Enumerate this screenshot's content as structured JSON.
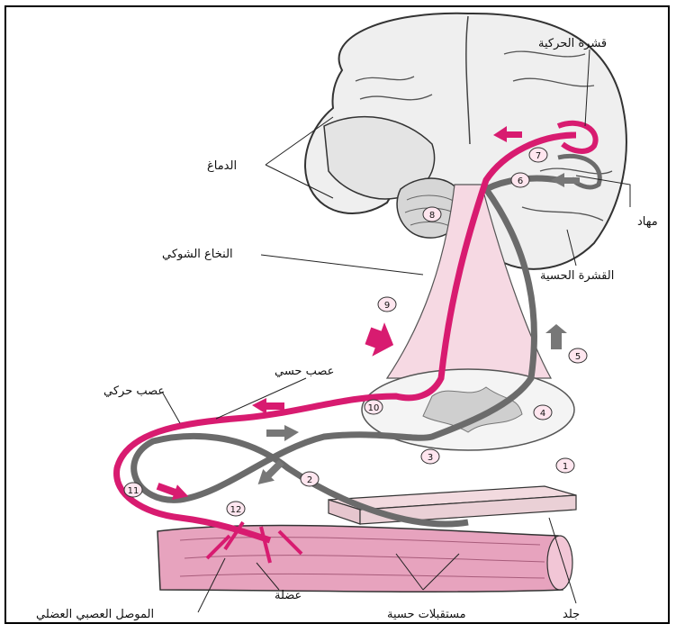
{
  "labels": {
    "motor_cortex": "قشرة الحركية",
    "brain": "الدماغ",
    "thalamus": "مهاد",
    "sensory_cortex": "القشرة الحسية",
    "spinal_cord": "النخاع الشوكي",
    "sensory_nerve": "عصب حسي",
    "motor_nerve": "عصب حركي",
    "muscle": "عضلة",
    "skin": "جلد",
    "sensory_receptors": "مستقبلات حسية",
    "neuromuscular_junction": "الموصل العصبي العضلي"
  },
  "steps": [
    "1",
    "2",
    "3",
    "4",
    "5",
    "6",
    "7",
    "8",
    "9",
    "10",
    "11",
    "12"
  ],
  "colors": {
    "motor_pathway": "#d81b70",
    "sensory_pathway": "#6b6b6b",
    "spinal_column": "#f6d9e3",
    "muscle": "#e7a3be",
    "skin": "#f2dadf",
    "frame": "#000000"
  }
}
